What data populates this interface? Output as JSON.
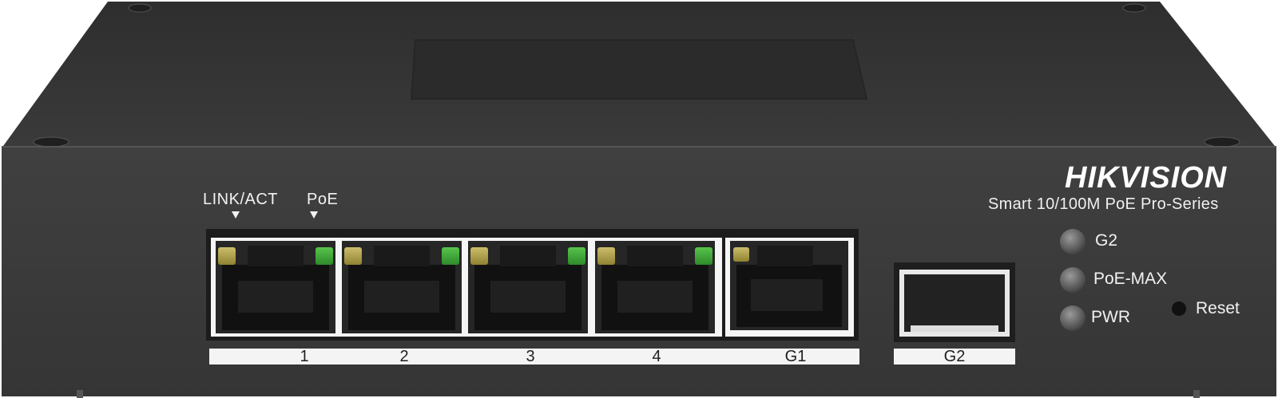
{
  "device": {
    "brand": "HIKVISION",
    "series": "Smart 10/100M PoE Pro-Series",
    "header_labels": {
      "link_act": "LINK/ACT",
      "poe": "PoE"
    },
    "rj45_ports": [
      {
        "label": "1"
      },
      {
        "label": "2"
      },
      {
        "label": "3"
      },
      {
        "label": "4"
      },
      {
        "label": "G1"
      }
    ],
    "sfp_port": {
      "label": "G2"
    },
    "leds": [
      {
        "label": "G2"
      },
      {
        "label": "PoE-MAX"
      },
      {
        "label": "PWR"
      }
    ],
    "reset": {
      "label": "Reset"
    },
    "colors": {
      "chassis_front": "#3b3b3b",
      "chassis_top": "#333333",
      "link_led": "#b7a64a",
      "poe_led": "#3fa83a",
      "label_bar": "#f4f4f4",
      "text_light": "#f2f2f2"
    }
  }
}
